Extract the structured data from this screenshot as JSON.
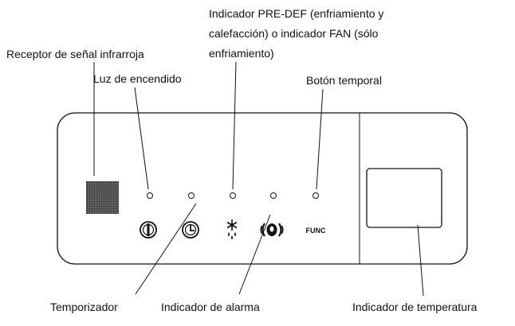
{
  "labels": {
    "ir_receiver": "Receptor de señal infrarroja",
    "power_light": "Luz de encendido",
    "predef_line1": "Indicador PRE-DEF (enfriamiento y",
    "predef_line2": "calefacción) o indicador FAN (sólo",
    "predef_line3": "enfriamiento)",
    "timer_button": "Botón temporal",
    "timer": "Temporizador",
    "alarm": "Indicador de alarma",
    "temperature": "Indicador de temperatura"
  },
  "buttons": {
    "func_label": "FUNC"
  },
  "icons": [
    "infrared-receiver-grille",
    "power-icon",
    "clock-icon",
    "defrost-icon",
    "alarm-icon"
  ]
}
